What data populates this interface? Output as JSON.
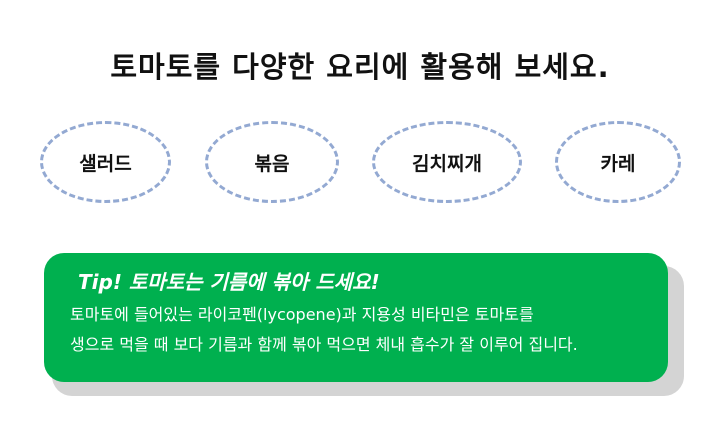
{
  "title": "토마토를 다양한 요리에 활용해 보세요.",
  "dishes": [
    "샐러드",
    "볶음",
    "김치찌개",
    "카레"
  ],
  "tip": {
    "title": "Tip! 토마토는 기름에 볶아 드세요!",
    "lines": [
      "토마토에 들어있는 라이코펜(lycopene)과 지용성 비타민은 토마토를",
      "생으로 먹을 때 보다 기름과 함께 볶아 먹으면 체내 흡수가 잘 이루어 집니다."
    ]
  },
  "colors": {
    "tip_background": "#00b04f",
    "dish_border": "#93a9d2",
    "shadow": "#d4d4d4"
  }
}
